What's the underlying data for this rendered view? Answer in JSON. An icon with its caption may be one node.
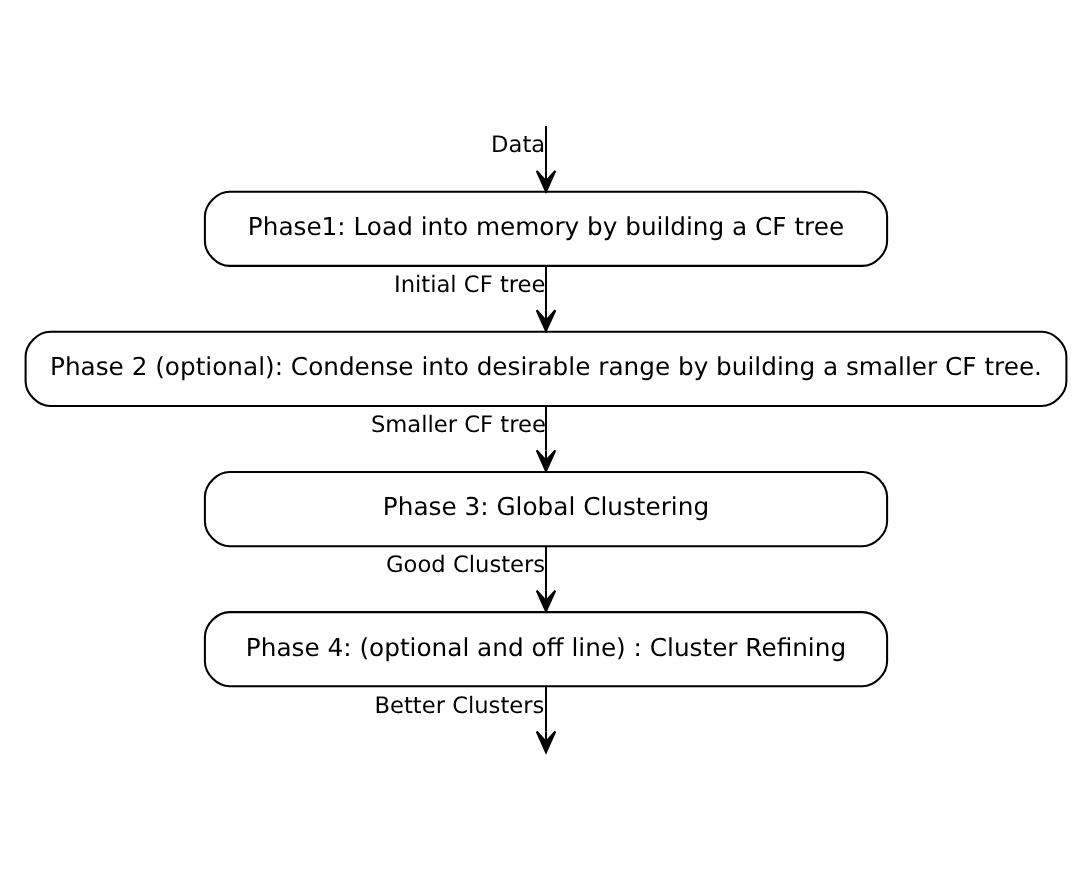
{
  "diagram": {
    "nodes": [
      {
        "text": [
          "Phase1: Load into memory by building a CF tree"
        ]
      },
      {
        "text": [
          "Phase 2 (optional): Condense into desirable range by building a smaller CF tree."
        ]
      },
      {
        "text": [
          "Phase 3: Global Clustering"
        ]
      },
      {
        "text": [
          "Phase 4: (optional and off line) : Cluster Refining"
        ]
      }
    ],
    "edges": [
      {
        "from": null,
        "to": 0,
        "arrow": "to",
        "label": "Data"
      },
      {
        "from": 0,
        "to": 1,
        "arrow": "to",
        "label": "Initial CF tree"
      },
      {
        "from": 1,
        "to": 2,
        "arrow": "to",
        "label": "Smaller CF tree"
      },
      {
        "from": 2,
        "to": 3,
        "arrow": "to",
        "label": "Good Clusters"
      },
      {
        "from": 3,
        "to": null,
        "arrow": "to",
        "label": "Better Clusters"
      }
    ]
  }
}
